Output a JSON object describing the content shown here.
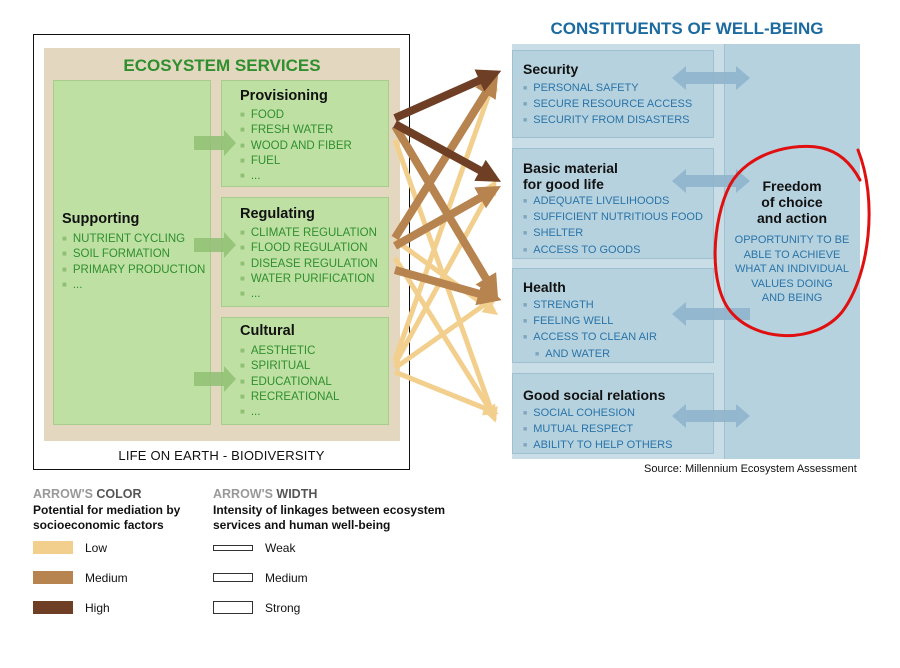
{
  "ecosystem_services": {
    "title": "ECOSYSTEM SERVICES",
    "supporting": {
      "title": "Supporting",
      "items": [
        "NUTRIENT CYCLING",
        "SOIL FORMATION",
        "PRIMARY PRODUCTION",
        "..."
      ]
    },
    "provisioning": {
      "title": "Provisioning",
      "items": [
        "FOOD",
        "FRESH WATER",
        "WOOD AND FIBER",
        "FUEL",
        "..."
      ]
    },
    "regulating": {
      "title": "Regulating",
      "items": [
        "CLIMATE REGULATION",
        "FLOOD REGULATION",
        "DISEASE REGULATION",
        "WATER PURIFICATION",
        "..."
      ]
    },
    "cultural": {
      "title": "Cultural",
      "items": [
        "AESTHETIC",
        "SPIRITUAL",
        "EDUCATIONAL",
        "RECREATIONAL",
        "..."
      ]
    },
    "footer": "LIFE ON EARTH - BIODIVERSITY"
  },
  "well_being": {
    "title": "CONSTITUENTS OF WELL-BEING",
    "security": {
      "title": "Security",
      "items": [
        "PERSONAL SAFETY",
        "SECURE RESOURCE ACCESS",
        "SECURITY FROM DISASTERS"
      ]
    },
    "basic_material": {
      "title_line1": "Basic material",
      "title_line2": "for good life",
      "items": [
        "ADEQUATE LIVELIHOODS",
        "SUFFICIENT NUTRITIOUS FOOD",
        "SHELTER",
        "ACCESS TO GOODS"
      ]
    },
    "health": {
      "title": "Health",
      "items": [
        "STRENGTH",
        "FEELING WELL",
        "ACCESS TO CLEAN AIR",
        "AND WATER"
      ]
    },
    "social": {
      "title": "Good social relations",
      "items": [
        "SOCIAL COHESION",
        "MUTUAL RESPECT",
        "ABILITY TO HELP OTHERS"
      ]
    },
    "freedom": {
      "title_lines": [
        "Freedom",
        "of choice",
        "and action"
      ],
      "desc_lines": [
        "OPPORTUNITY TO BE",
        "ABLE TO ACHIEVE",
        "WHAT AN INDIVIDUAL",
        "VALUES DOING",
        "AND BEING"
      ]
    },
    "source": "Source: Millennium Ecosystem Assessment"
  },
  "legend": {
    "color": {
      "heading_part1": "ARROW'S",
      "heading_part2": " COLOR",
      "sub_line1": "Potential for mediation by",
      "sub_line2": "socioeconomic factors",
      "items": [
        {
          "label": "Low",
          "color": "#f3cf8d"
        },
        {
          "label": "Medium",
          "color": "#b7834e"
        },
        {
          "label": "High",
          "color": "#6e3f24"
        }
      ]
    },
    "width": {
      "heading_part1": "ARROW'S",
      "heading_part2": " WIDTH",
      "sub_line1": "Intensity of linkages between ecosystem",
      "sub_line2": "services and human well-being",
      "items": [
        {
          "label": "Weak"
        },
        {
          "label": "Medium"
        },
        {
          "label": "Strong"
        }
      ]
    }
  },
  "colors": {
    "arrow_low": "#f3cf8d",
    "arrow_medium": "#b7834e",
    "arrow_high": "#6e3f24",
    "green_arrow": "#8fbf73",
    "blue_arrow": "#8fb4cc",
    "annotation_red": "#e01010"
  }
}
